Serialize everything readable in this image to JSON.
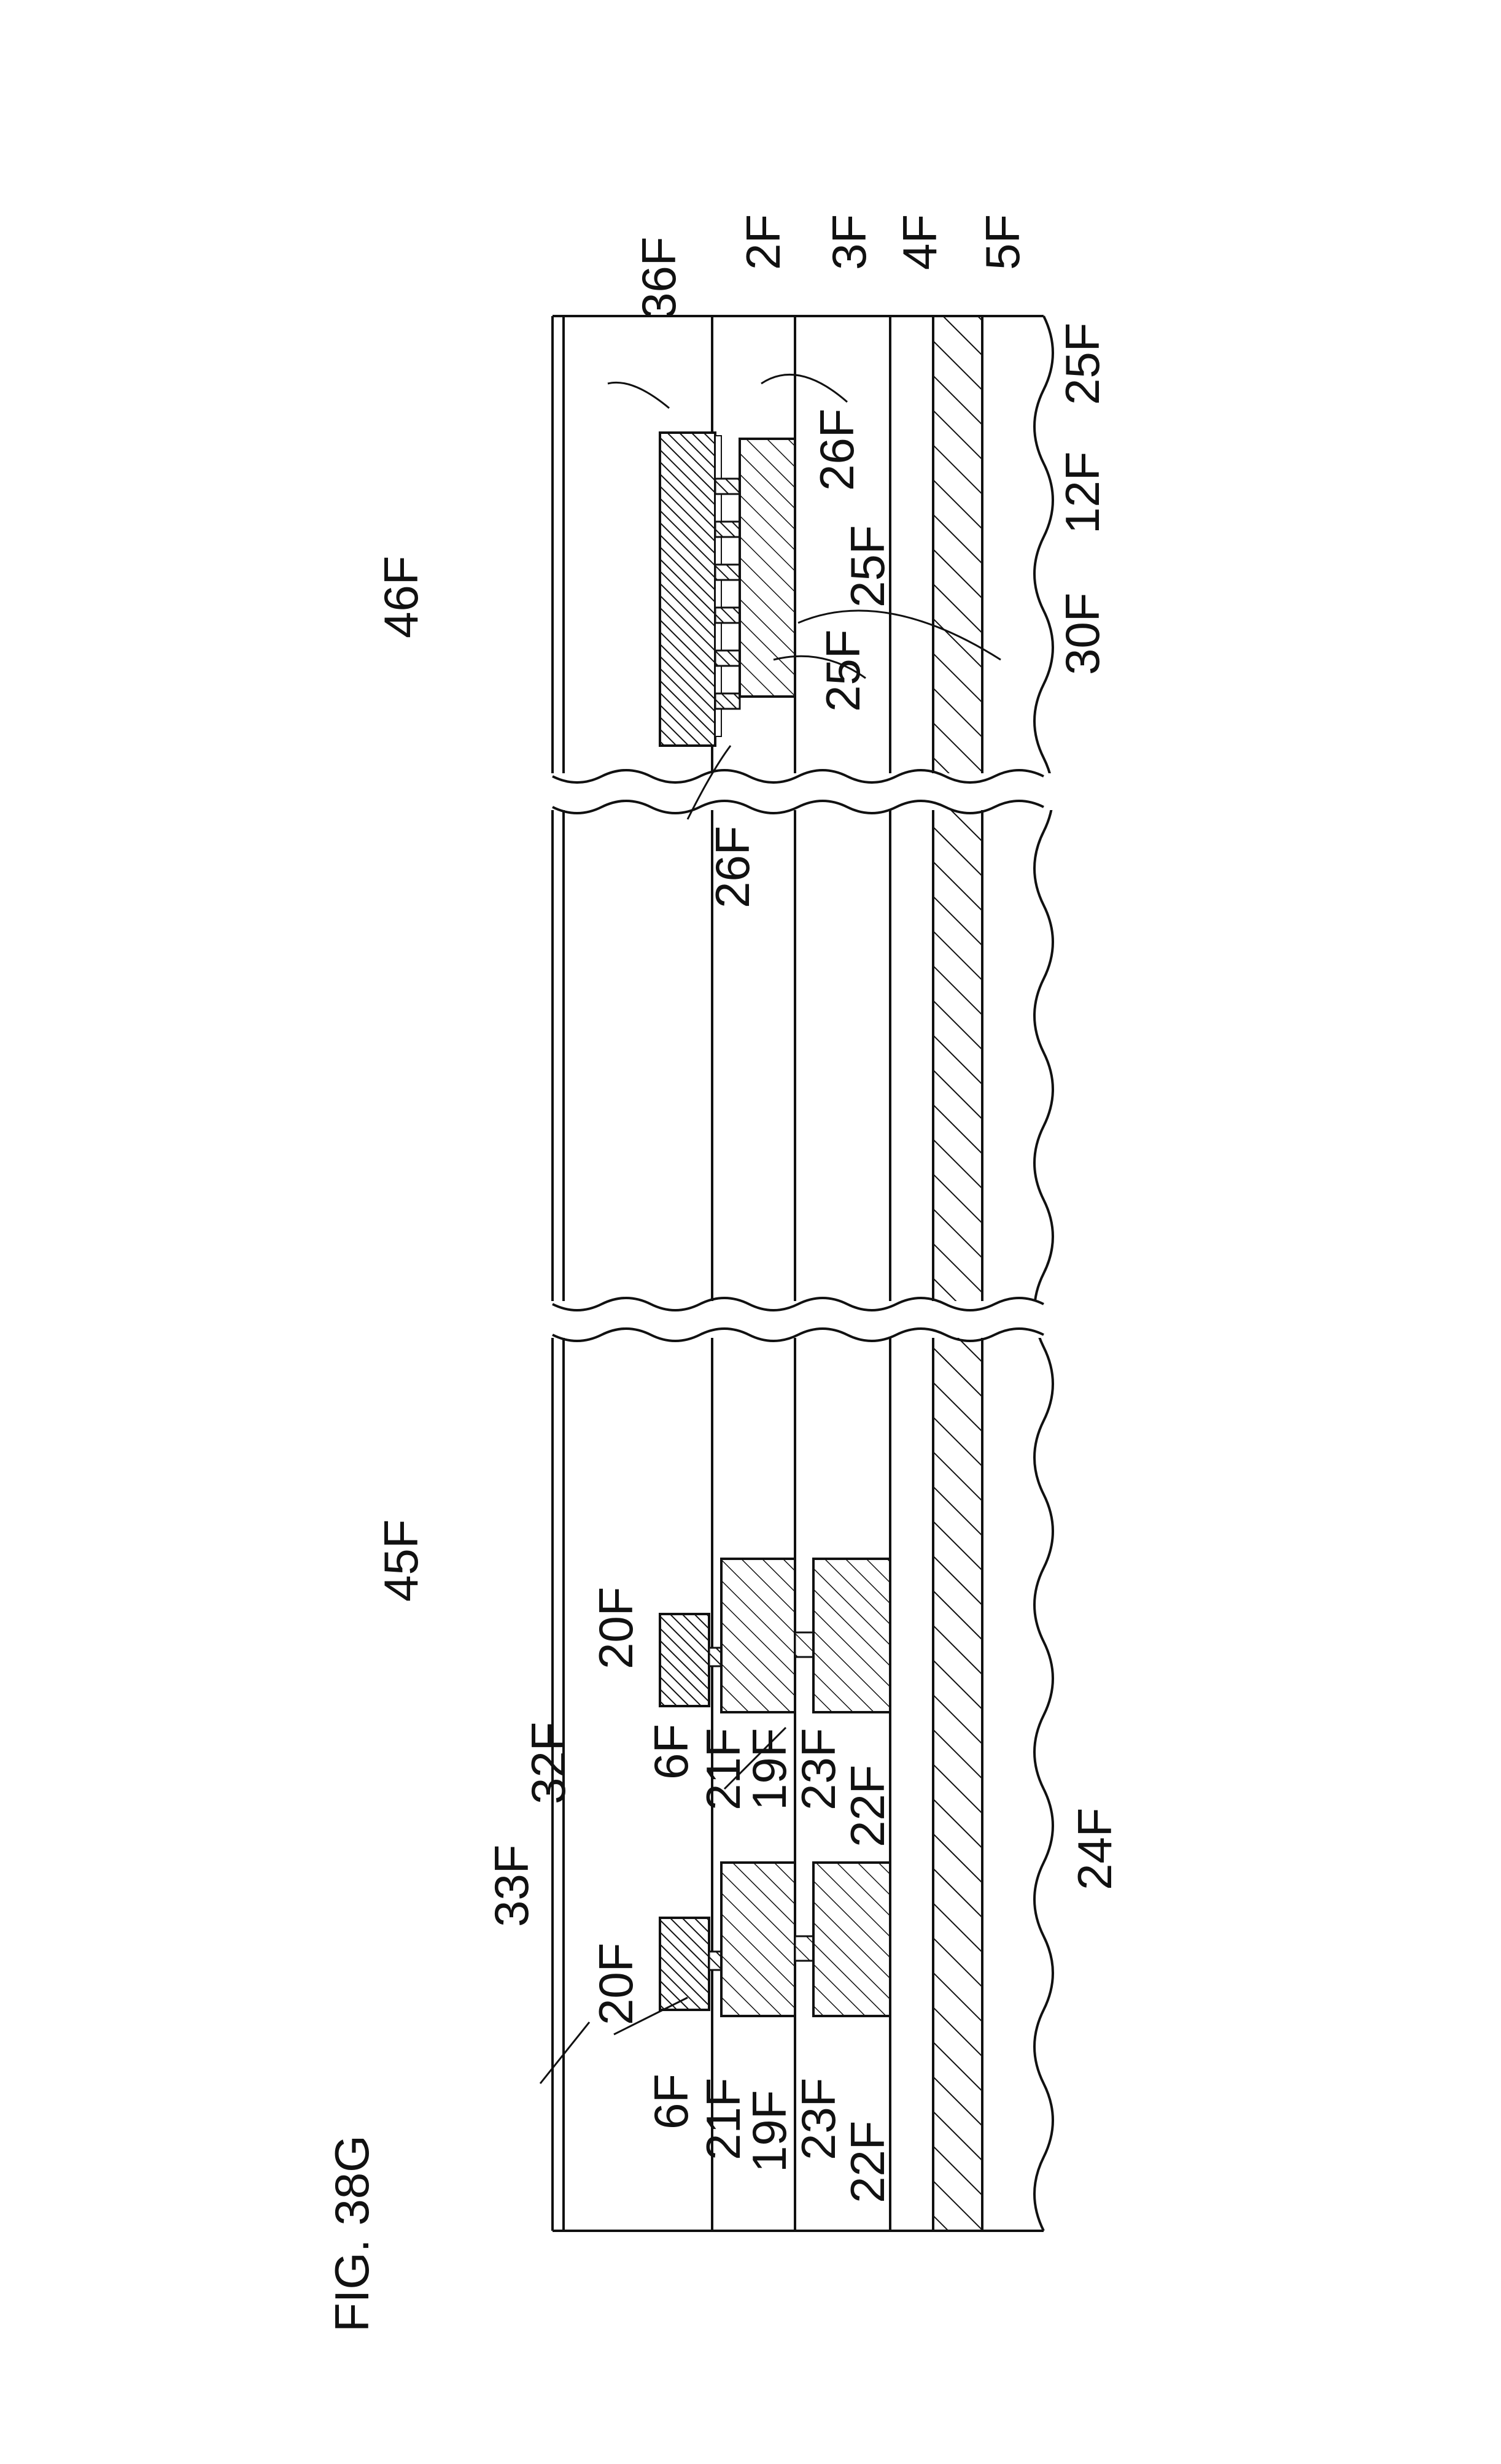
{
  "figure": {
    "title": "FIG. 38G"
  },
  "labels": {
    "l46F": "46F",
    "l36F": "36F",
    "l2F": "2F",
    "l3F": "3F",
    "l4F": "4F",
    "l5F": "5F",
    "l25F_a": "25F",
    "l26F_a": "26F",
    "l12F": "12F",
    "l25F_b": "25F",
    "l30F": "30F",
    "l25F_c": "25F",
    "l26F_b": "26F",
    "l45F": "45F",
    "l20F_a": "20F",
    "l6F_a": "6F",
    "l21F_a": "21F",
    "l19F_a": "19F",
    "l23F_a": "23F",
    "l22F_a": "22F",
    "l32F": "32F",
    "l33F": "33F",
    "l24F": "24F",
    "l20F_b": "20F",
    "l6F_b": "6F",
    "l21F_b": "21F",
    "l19F_b": "19F",
    "l23F_b": "23F",
    "l22F_b": "22F"
  }
}
